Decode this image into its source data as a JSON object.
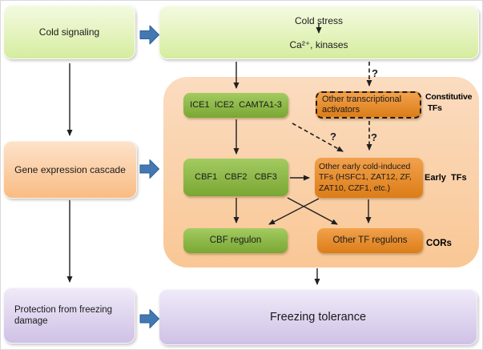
{
  "figure": {
    "left_column": {
      "cold_signaling": "Cold signaling",
      "gene_expression_cascade": "Gene expression cascade",
      "protection": "Protection from freezing\ndamage"
    },
    "cold_stress_box": {
      "line1": "Cold stress",
      "line2": "Ca²⁺, kinases"
    },
    "cascade": {
      "ice": "ICE1  ICE2  CAMTA1-3",
      "other_ta": "Other transcriptional\nactivators",
      "constitutive_label": "Constitutive\n TFs",
      "cbf": "CBF1   CBF2   CBF3",
      "other_early": "Other early cold-induced\nTFs (HSFC1, ZAT12, ZF,\nZAT10, CZF1, etc.)",
      "early_label": "Early  TFs",
      "cbf_regulon": "CBF regulon",
      "other_regulons": "Other TF regulons",
      "cors_label": "CORs",
      "q_top": "?",
      "q_diag": "?",
      "q_mid": "?"
    },
    "bottom": {
      "freezing_tolerance": "Freezing tolerance"
    },
    "palette": {
      "light_green_top": "#f3fae1",
      "light_green_bottom": "#d5ec9e",
      "peach_container_top": "#fbdcc0",
      "peach_container_bottom": "#f9c795",
      "peach_box_top": "#fde2ca",
      "peach_box_bottom": "#f9bc84",
      "green_box_top": "#a3cb61",
      "green_box_bottom": "#7aa733",
      "orange_box_top": "#f2a14d",
      "orange_box_bottom": "#dc7d17",
      "purple_box_top": "#efeaf8",
      "purple_box_bottom": "#cfc1e6",
      "flow_arrow_blue": "#4478b3",
      "line_black": "#1f1f1f"
    }
  }
}
